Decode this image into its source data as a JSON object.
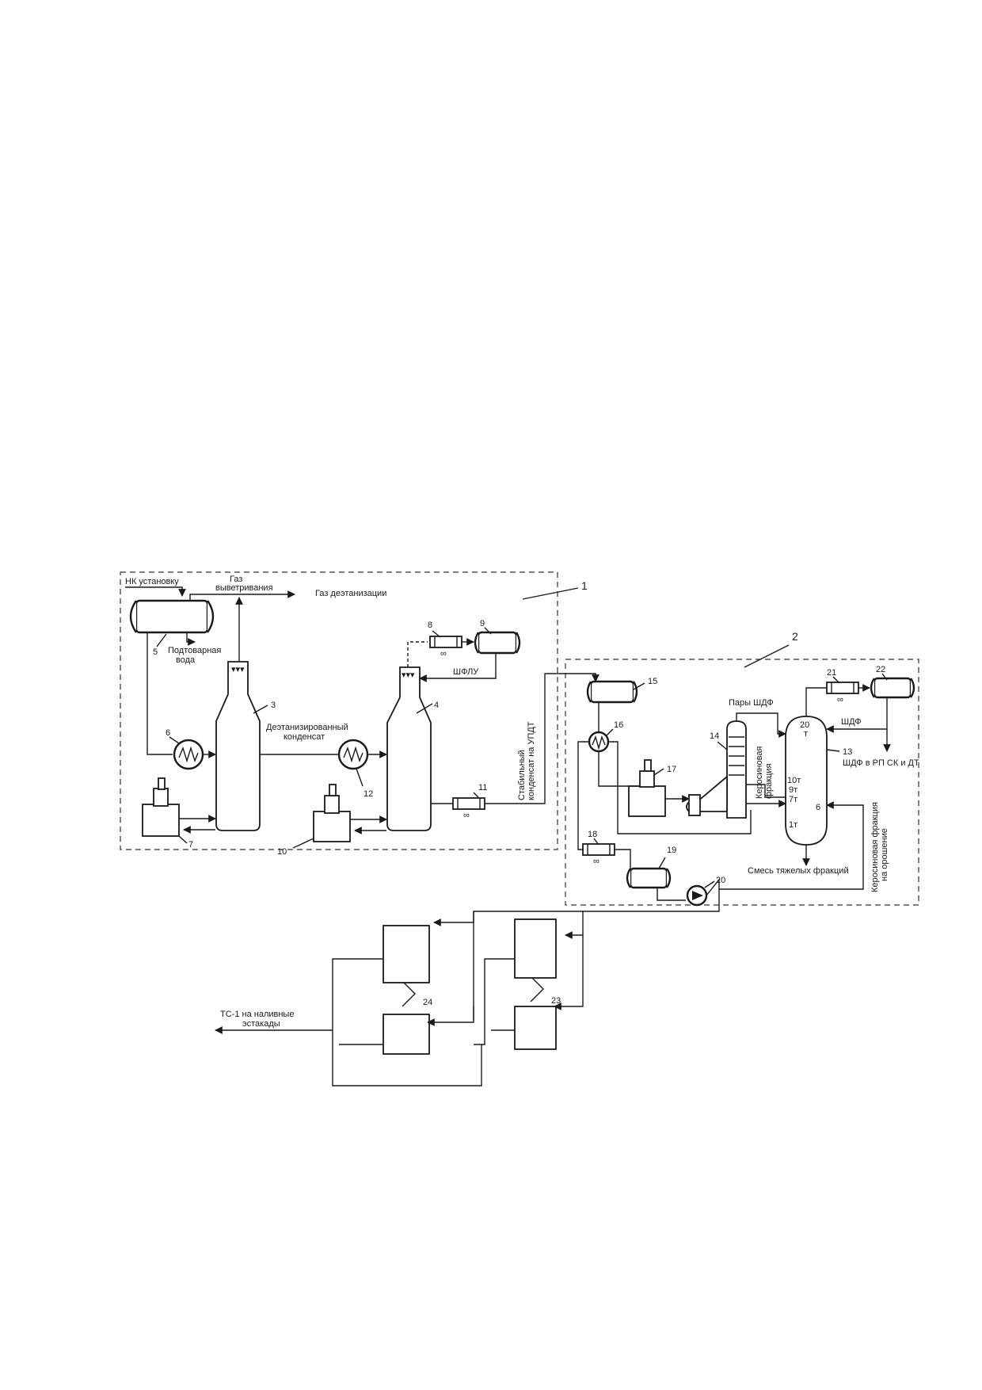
{
  "blocks": {
    "block1": "1",
    "block2": "2"
  },
  "labels": {
    "nk_install": "НК установку",
    "gas_weathering": "Газ\nвыветривания",
    "gas_deethanization": "Газ деэтанизации",
    "produced_water": "Подтоварная\nвода",
    "deethanized_condensate": "Деэтанизированный\nконденсат",
    "shflu": "ШФЛУ",
    "stable_condensate": "Стабильный\nконденсат на УПДТ",
    "vapors_shdf": "Пары ШДФ",
    "kerosene_fraction": "Керосиновая\nфракция",
    "shdf": "ШДФ",
    "shdf_to_rp": "ШДФ в РП СК и ДТ",
    "heavy_mix": "Смесь тяжелых фракций",
    "kerosene_reflux": "Керосиновая фракция\nна орошение",
    "ts1": "ТС-1 на наливные\nэстакады"
  },
  "trays": {
    "t20": "20\nт",
    "t10": "10т",
    "t9": "9т",
    "t7": "7т",
    "t1": "1т",
    "t6": "6"
  },
  "equipment": [
    "1",
    "2",
    "3",
    "4",
    "5",
    "6",
    "7",
    "8",
    "9",
    "10",
    "11",
    "12",
    "13",
    "14",
    "15",
    "16",
    "17",
    "18",
    "19",
    "20",
    "21",
    "22",
    "23",
    "24"
  ]
}
